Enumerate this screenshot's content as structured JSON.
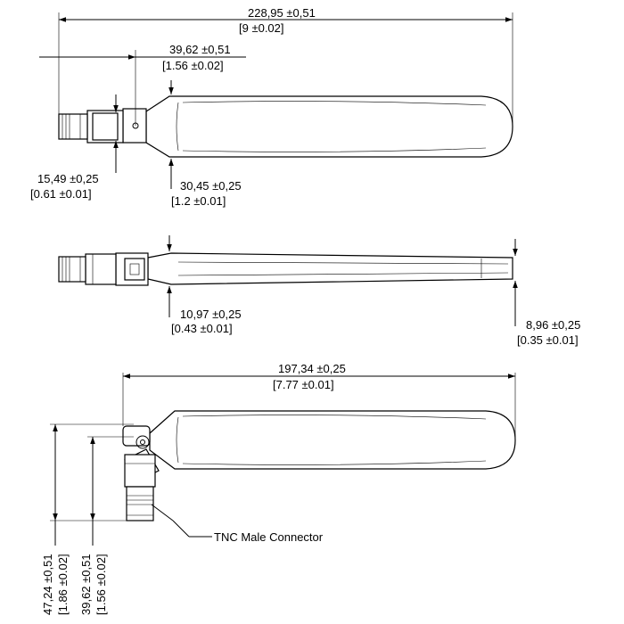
{
  "views": {
    "top": {
      "overall_length": {
        "value": "228,95 ±0,51",
        "inch": "[9 ±0.02]"
      },
      "connector_length": {
        "value": "39,62 ±0,51",
        "inch": "[1.56 ±0.02]"
      },
      "connector_diameter": {
        "value": "15,49 ±0,25",
        "inch": "[0.61 ±0.01]"
      },
      "base_width": {
        "value": "30,45 ±0,25",
        "inch": "[1.2 ±0.01]"
      }
    },
    "side": {
      "base_thickness": {
        "value": "10,97 ±0,25",
        "inch": "[0.43 ±0.01]"
      },
      "tip_thickness": {
        "value": "8,96 ±0,25",
        "inch": "[0.35 ±0.01]"
      }
    },
    "bent": {
      "blade_length": {
        "value": "197,34 ±0,25",
        "inch": "[7.77 ±0.01]"
      },
      "connector_label": "TNC Male Connector",
      "total_height": {
        "value": "47,24 ±0,51",
        "inch": "[1.86 ±0.02]"
      },
      "connector_height": {
        "value": "39,62 ±0,51",
        "inch": "[1.56 ±0.02]"
      }
    }
  }
}
